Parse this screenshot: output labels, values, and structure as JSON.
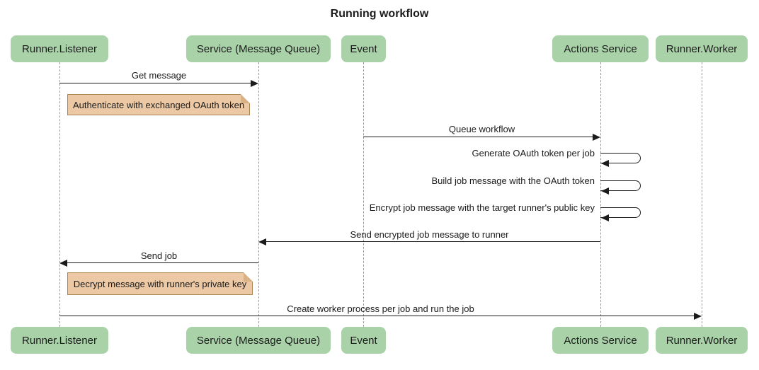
{
  "title": "Running workflow",
  "colors": {
    "background": "#ffffff",
    "actor_fill": "#a9d2a9",
    "actor_text": "#1b1b1b",
    "note_fill": "#ecc9a4",
    "note_border": "#aa8653",
    "note_fold": "#d8b184",
    "lifeline": "#9a9a9a",
    "line": "#1b1b1b"
  },
  "actors": [
    {
      "label": "Runner.Listener"
    },
    {
      "label": "Service (Message Queue)"
    },
    {
      "label": "Event"
    },
    {
      "label": "Actions Service"
    },
    {
      "label": "Runner.Worker"
    }
  ],
  "messages": [
    {
      "label": "Get message",
      "from": "Runner.Listener",
      "to": "Service (Message Queue)",
      "kind": "solid-arrow"
    },
    {
      "label": "Queue workflow",
      "from": "Event",
      "to": "Actions Service",
      "kind": "solid-arrow"
    },
    {
      "label": "Generate OAuth token per job",
      "from": "Actions Service",
      "to": "Actions Service",
      "kind": "self"
    },
    {
      "label": "Build job message with the OAuth token",
      "from": "Actions Service",
      "to": "Actions Service",
      "kind": "self"
    },
    {
      "label": "Encrypt job message with the target runner's public key",
      "from": "Actions Service",
      "to": "Actions Service",
      "kind": "self"
    },
    {
      "label": "Send encrypted job message to runner",
      "from": "Actions Service",
      "to": "Service (Message Queue)",
      "kind": "solid-arrow"
    },
    {
      "label": "Send job",
      "from": "Service (Message Queue)",
      "to": "Runner.Listener",
      "kind": "solid-arrow"
    },
    {
      "label": "Create worker process per job and run the job",
      "from": "Runner.Listener",
      "to": "Runner.Worker",
      "kind": "solid-arrow"
    }
  ],
  "notes": [
    {
      "label": "Authenticate with exchanged OAuth token",
      "position": "right of Runner.Listener"
    },
    {
      "label": "Decrypt message with runner's private key",
      "position": "right of Runner.Listener"
    }
  ]
}
